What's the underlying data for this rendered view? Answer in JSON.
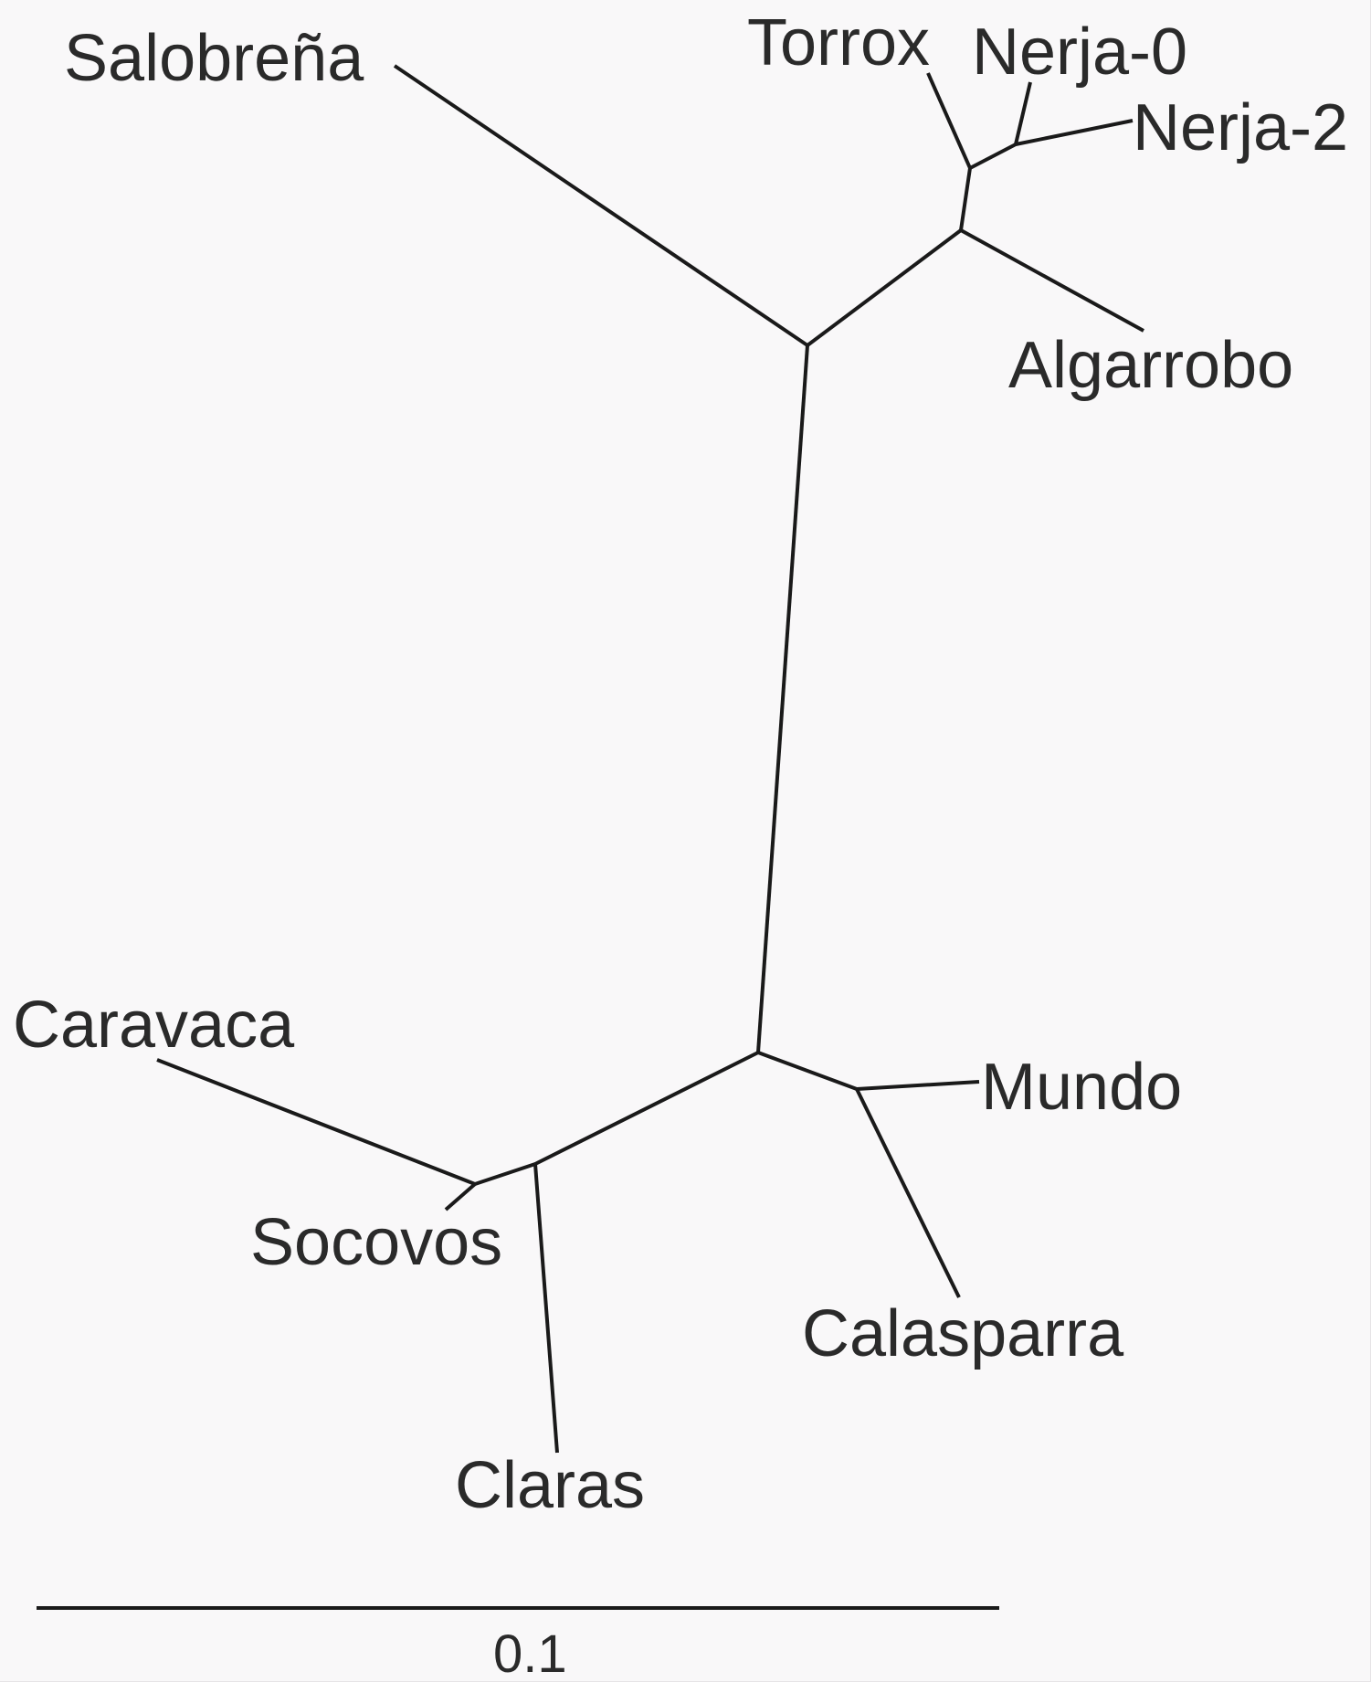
{
  "tree": {
    "taxa": {
      "salobrena": "Salobreña",
      "torrox": "Torrox",
      "nerja0": "Nerja-0",
      "nerja2": "Nerja-2",
      "algarrobo": "Algarrobo",
      "caravaca": "Caravaca",
      "socovos": "Socovos",
      "claras": "Claras",
      "mundo": "Mundo",
      "calasparra": "Calasparra"
    },
    "scale_bar": {
      "label": "0.1"
    }
  },
  "colors": {
    "background": "#f9f8f9",
    "line": "#1a1a1a",
    "text": "#2a2a2a"
  }
}
